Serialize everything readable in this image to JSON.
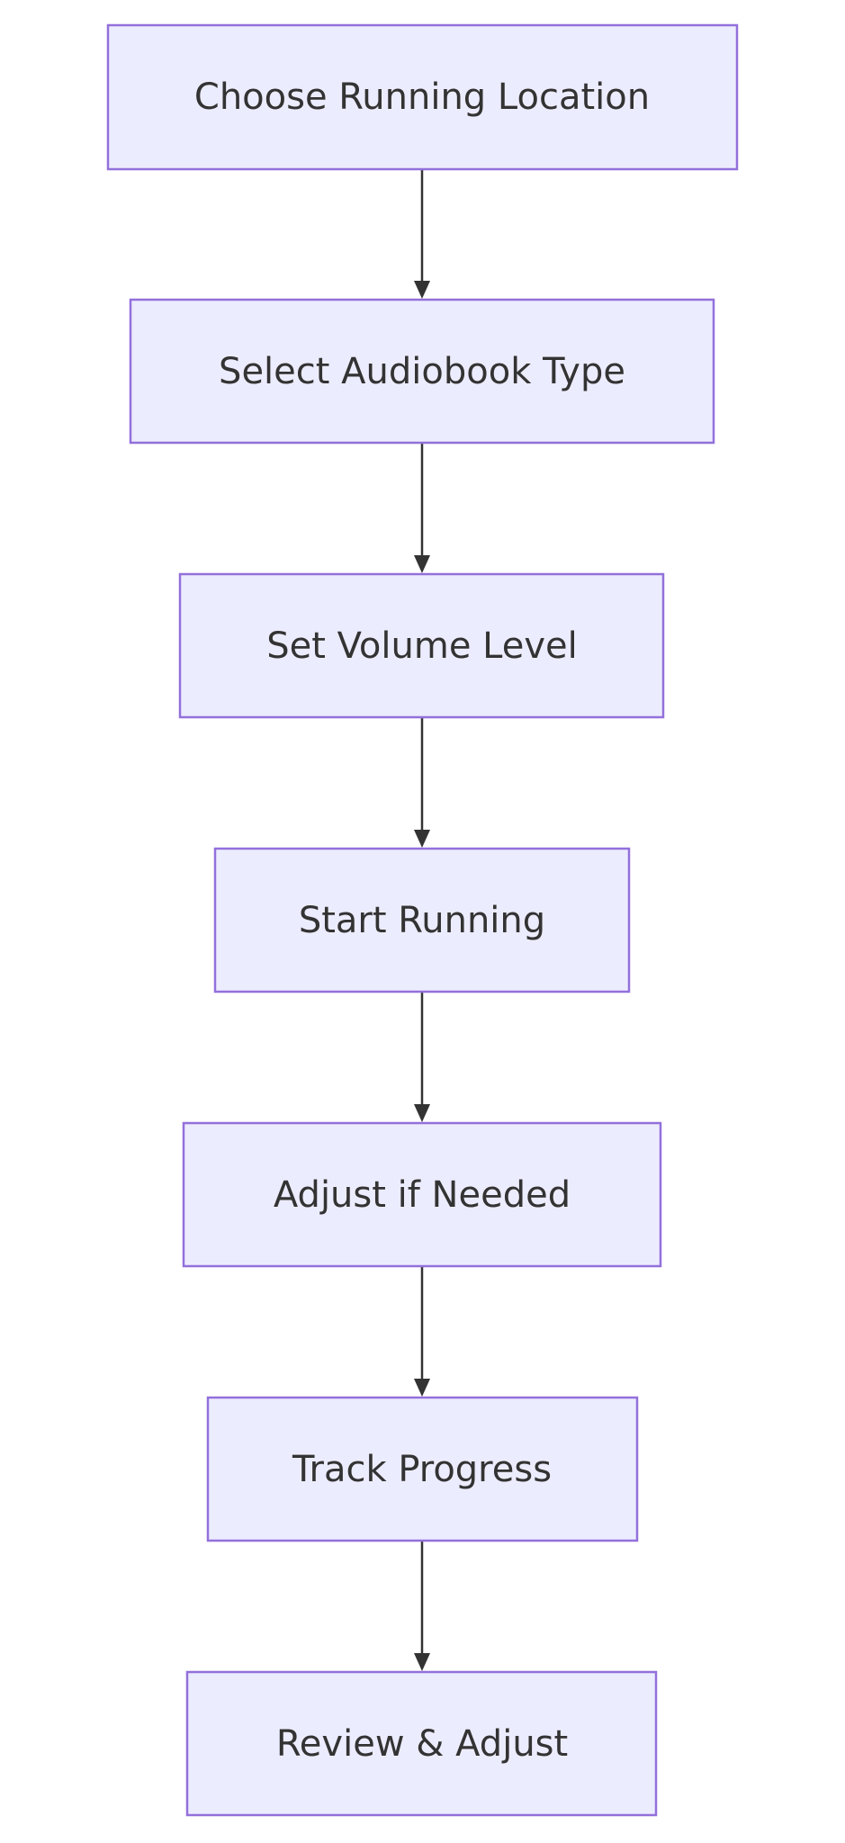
{
  "diagram": {
    "type": "flowchart",
    "direction": "top-down",
    "colors": {
      "node_fill": "#ECECFF",
      "node_border": "#9370DB",
      "text": "#333333",
      "edge": "#333333",
      "background": "#FFFFFF"
    },
    "nodes": [
      {
        "id": "choose-running-location",
        "label": "Choose Running Location"
      },
      {
        "id": "select-audiobook-type",
        "label": "Select Audiobook Type"
      },
      {
        "id": "set-volume-level",
        "label": "Set Volume Level"
      },
      {
        "id": "start-running",
        "label": "Start Running"
      },
      {
        "id": "adjust-if-needed",
        "label": "Adjust if Needed"
      },
      {
        "id": "track-progress",
        "label": "Track Progress"
      },
      {
        "id": "review-and-adjust",
        "label": "Review & Adjust"
      }
    ],
    "edges": [
      {
        "from": "choose-running-location",
        "to": "select-audiobook-type"
      },
      {
        "from": "select-audiobook-type",
        "to": "set-volume-level"
      },
      {
        "from": "set-volume-level",
        "to": "start-running"
      },
      {
        "from": "start-running",
        "to": "adjust-if-needed"
      },
      {
        "from": "adjust-if-needed",
        "to": "track-progress"
      },
      {
        "from": "track-progress",
        "to": "review-and-adjust"
      }
    ]
  }
}
